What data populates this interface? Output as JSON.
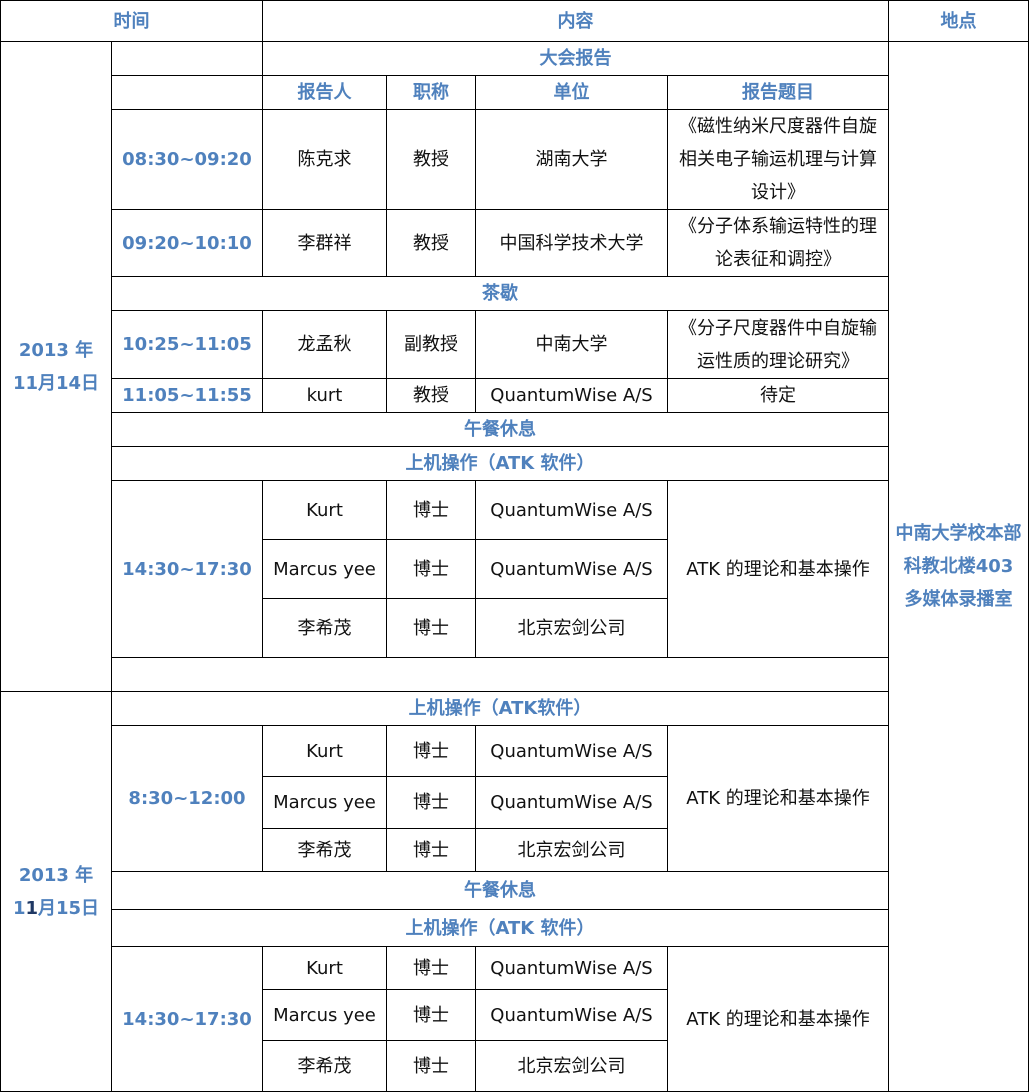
{
  "header": {
    "time": "时间",
    "content": "内容",
    "place": "地点"
  },
  "section1": {
    "date_year": "2013 年",
    "date_day": "11月14日",
    "plenary_title": "大会报告",
    "col_speaker": "报告人",
    "col_title": "职称",
    "col_org": "单位",
    "col_topic": "报告题目",
    "talks": [
      {
        "time": "08:30~09:20",
        "speaker": "陈克求",
        "title": "教授",
        "org": "湖南大学",
        "topic": "《磁性纳米尺度器件自旋相关电子输运机理与计算设计》"
      },
      {
        "time": "09:20~10:10",
        "speaker": "李群祥",
        "title": "教授",
        "org": "中国科学技术大学",
        "topic": "《分子体系输运特性的理论表征和调控》"
      }
    ],
    "tea_break": "茶歇",
    "talks2": [
      {
        "time": "10:25~11:05",
        "speaker": "龙孟秋",
        "title": "副教授",
        "org": "中南大学",
        "topic": "《分子尺度器件中自旋输运性质的理论研究》"
      },
      {
        "time": "11:05~11:55",
        "speaker": "kurt",
        "title": "教授",
        "org": "QuantumWise A/S",
        "topic": "待定"
      }
    ],
    "lunch": "午餐休息",
    "handson_title": "上机操作（ATK 软件）",
    "handson_time": "14:30~17:30",
    "handson_topic": "ATK 的理论和基本操作",
    "handson_rows": [
      {
        "speaker": "Kurt",
        "title": "博士",
        "org": "QuantumWise A/S"
      },
      {
        "speaker": "Marcus yee",
        "title": "博士",
        "org": "QuantumWise A/S"
      },
      {
        "speaker": "李希茂",
        "title": "博士",
        "org": "北京宏剑公司"
      }
    ]
  },
  "place": "中南大学校本部科教北楼403多媒体录播室",
  "section2": {
    "date_year": "2013 年",
    "date_day_a": "1",
    "date_day_b": "1",
    "date_day_c": "月15日",
    "handson_title_am": "上机操作（ATK软件）",
    "am_time": "8:30~12:00",
    "am_topic": "ATK 的理论和基本操作",
    "am_rows": [
      {
        "speaker": "Kurt",
        "title": "博士",
        "org": "QuantumWise A/S"
      },
      {
        "speaker": "Marcus yee",
        "title": "博士",
        "org": "QuantumWise A/S"
      },
      {
        "speaker": "李希茂",
        "title": "博士",
        "org": "北京宏剑公司"
      }
    ],
    "lunch": "午餐休息",
    "handson_title_pm": "上机操作（ATK 软件）",
    "pm_time": "14:30~17:30",
    "pm_topic": "ATK 的理论和基本操作",
    "pm_rows": [
      {
        "speaker": "Kurt",
        "title": "博士",
        "org": "QuantumWise A/S"
      },
      {
        "speaker": "Marcus yee",
        "title": "博士",
        "org": "QuantumWise A/S"
      },
      {
        "speaker": "李希茂",
        "title": "博士",
        "org": "北京宏剑公司"
      }
    ]
  },
  "colors": {
    "accent": "#4f81bd",
    "text": "#111111",
    "border": "#000000"
  }
}
